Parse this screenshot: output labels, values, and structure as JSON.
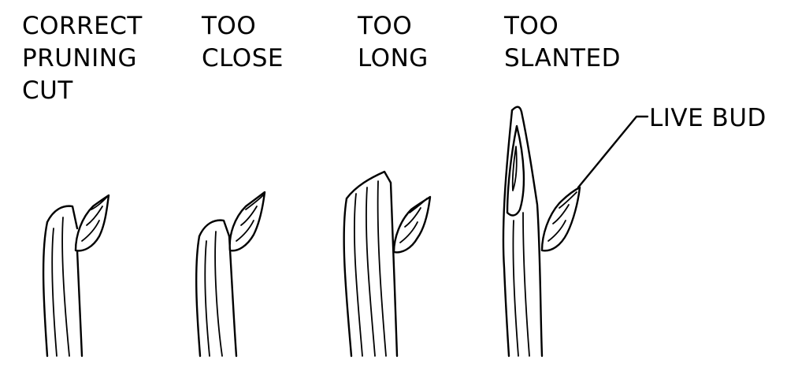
{
  "panels": [
    {
      "id": "correct",
      "label_lines": [
        "CORRECT",
        "PRUNING",
        "CUT"
      ]
    },
    {
      "id": "too-close",
      "label_lines": [
        "TOO",
        "CLOSE"
      ]
    },
    {
      "id": "too-long",
      "label_lines": [
        "TOO",
        "LONG"
      ]
    },
    {
      "id": "too-slanted",
      "label_lines": [
        "TOO",
        "SLANTED"
      ]
    }
  ],
  "callout": {
    "label": "LIVE BUD"
  },
  "colors": {
    "ink": "#000000",
    "background": "#ffffff"
  }
}
